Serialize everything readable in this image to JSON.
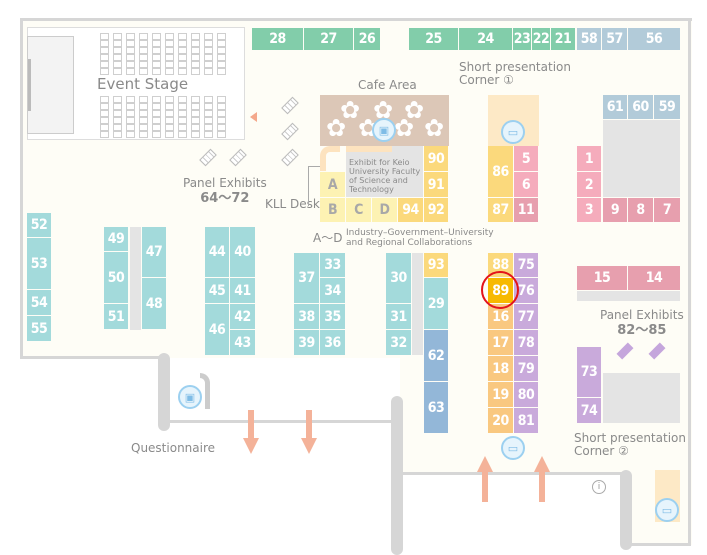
{
  "zones": {
    "green": "#82cdaa",
    "steel": "#b2cbd9",
    "pink": "#f5acbc",
    "rose": "#e79fae",
    "yellow": "#fbd97c",
    "pale": "#fdf2b3",
    "orange": "#f9c880",
    "selected": "#f7b900",
    "purple": "#c9aadb",
    "teal": "#a3dadb",
    "blue": "#93b7d8"
  },
  "booths": [
    {
      "id": "28",
      "zone": "green"
    },
    {
      "id": "27",
      "zone": "green"
    },
    {
      "id": "26",
      "zone": "green"
    },
    {
      "id": "25",
      "zone": "green"
    },
    {
      "id": "24",
      "zone": "green"
    },
    {
      "id": "23",
      "zone": "green"
    },
    {
      "id": "22",
      "zone": "green"
    },
    {
      "id": "21",
      "zone": "green"
    },
    {
      "id": "58",
      "zone": "steel"
    },
    {
      "id": "57",
      "zone": "steel"
    },
    {
      "id": "56",
      "zone": "steel"
    },
    {
      "id": "61",
      "zone": "steel"
    },
    {
      "id": "60",
      "zone": "steel"
    },
    {
      "id": "59",
      "zone": "steel"
    },
    {
      "id": "1",
      "zone": "pink"
    },
    {
      "id": "2",
      "zone": "pink"
    },
    {
      "id": "3",
      "zone": "pink"
    },
    {
      "id": "9",
      "zone": "rose"
    },
    {
      "id": "8",
      "zone": "rose"
    },
    {
      "id": "7",
      "zone": "rose"
    },
    {
      "id": "86",
      "zone": "yellow"
    },
    {
      "id": "87",
      "zone": "yellow"
    },
    {
      "id": "5",
      "zone": "pink"
    },
    {
      "id": "6",
      "zone": "pink"
    },
    {
      "id": "11",
      "zone": "rose"
    },
    {
      "id": "90",
      "zone": "yellow"
    },
    {
      "id": "91",
      "zone": "yellow"
    },
    {
      "id": "92",
      "zone": "yellow"
    },
    {
      "id": "94",
      "zone": "yellow"
    },
    {
      "id": "A",
      "zone": "pale"
    },
    {
      "id": "B",
      "zone": "pale"
    },
    {
      "id": "C",
      "zone": "pale"
    },
    {
      "id": "D",
      "zone": "pale"
    },
    {
      "id": "15",
      "zone": "rose"
    },
    {
      "id": "14",
      "zone": "rose"
    },
    {
      "id": "73",
      "zone": "purple"
    },
    {
      "id": "74",
      "zone": "purple"
    },
    {
      "id": "88",
      "zone": "yellow"
    },
    {
      "id": "89",
      "zone": "selected"
    },
    {
      "id": "16",
      "zone": "orange"
    },
    {
      "id": "17",
      "zone": "orange"
    },
    {
      "id": "18",
      "zone": "orange"
    },
    {
      "id": "19",
      "zone": "orange"
    },
    {
      "id": "20",
      "zone": "orange"
    },
    {
      "id": "75",
      "zone": "purple"
    },
    {
      "id": "76",
      "zone": "purple"
    },
    {
      "id": "77",
      "zone": "purple"
    },
    {
      "id": "78",
      "zone": "purple"
    },
    {
      "id": "79",
      "zone": "purple"
    },
    {
      "id": "80",
      "zone": "purple"
    },
    {
      "id": "81",
      "zone": "purple"
    },
    {
      "id": "93",
      "zone": "yellow"
    },
    {
      "id": "29",
      "zone": "teal"
    },
    {
      "id": "62",
      "zone": "blue"
    },
    {
      "id": "63",
      "zone": "blue"
    },
    {
      "id": "30",
      "zone": "teal"
    },
    {
      "id": "31",
      "zone": "teal"
    },
    {
      "id": "32",
      "zone": "teal"
    },
    {
      "id": "37",
      "zone": "teal"
    },
    {
      "id": "33",
      "zone": "teal"
    },
    {
      "id": "34",
      "zone": "teal"
    },
    {
      "id": "38",
      "zone": "teal"
    },
    {
      "id": "35",
      "zone": "teal"
    },
    {
      "id": "39",
      "zone": "teal"
    },
    {
      "id": "36",
      "zone": "teal"
    },
    {
      "id": "44",
      "zone": "teal"
    },
    {
      "id": "40",
      "zone": "teal"
    },
    {
      "id": "45",
      "zone": "teal"
    },
    {
      "id": "41",
      "zone": "teal"
    },
    {
      "id": "46",
      "zone": "teal"
    },
    {
      "id": "42",
      "zone": "teal"
    },
    {
      "id": "43",
      "zone": "teal"
    },
    {
      "id": "49",
      "zone": "teal"
    },
    {
      "id": "50",
      "zone": "teal"
    },
    {
      "id": "51",
      "zone": "teal"
    },
    {
      "id": "47",
      "zone": "teal"
    },
    {
      "id": "48",
      "zone": "teal"
    },
    {
      "id": "52",
      "zone": "teal"
    },
    {
      "id": "53",
      "zone": "teal"
    },
    {
      "id": "54",
      "zone": "teal"
    },
    {
      "id": "55",
      "zone": "teal"
    }
  ],
  "highlighted_booth": "89",
  "labels": {
    "event_stage": "Event Stage",
    "cafe_area": "Cafe Area",
    "short_presentation_1": "Short presentation",
    "short_presentation_1_sub": "Corner ①",
    "panel_exhibits_left": "Panel Exhibits",
    "panel_exhibits_left_range": "64〜72",
    "kll_desk": "KLL Desk",
    "keio_exhibit": "Exhibit for Keio University Faculty of Science and Technology",
    "a_d": "A〜D",
    "industry": "Industry–Government–University",
    "industry_sub": "and Regional Collaborations",
    "panel_exhibits_right": "Panel Exhibits",
    "panel_exhibits_right_range": "82〜85",
    "short_presentation_2": "Short presentation",
    "short_presentation_2_sub": "Corner ②",
    "questionnaire": "Questionnaire"
  }
}
